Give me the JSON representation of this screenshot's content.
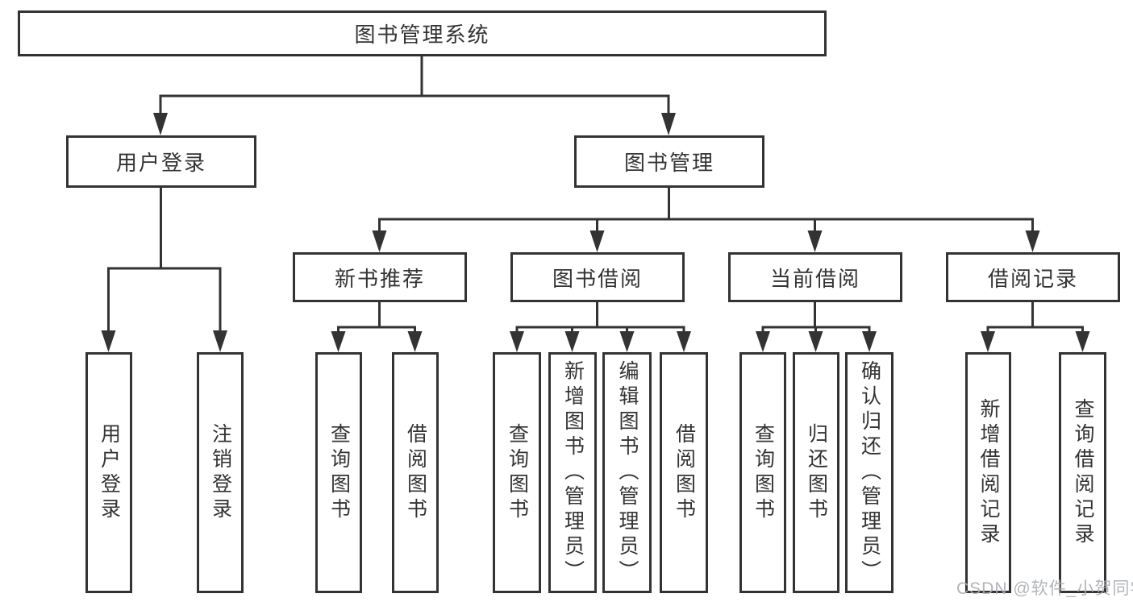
{
  "diagram": {
    "root": {
      "label": "图书管理系统"
    },
    "user_branch": {
      "label": "用户登录",
      "children": [
        {
          "label": "用户登录"
        },
        {
          "label": "注销登录"
        }
      ]
    },
    "book_branch": {
      "label": "图书管理",
      "groups": [
        {
          "label": "新书推荐",
          "children": [
            {
              "label": "查询图书"
            },
            {
              "label": "借阅图书"
            }
          ]
        },
        {
          "label": "图书借阅",
          "children": [
            {
              "label": "查询图书"
            },
            {
              "label": "新增图书（管理员）"
            },
            {
              "label": "编辑图书（管理员）"
            },
            {
              "label": "借阅图书"
            }
          ]
        },
        {
          "label": "当前借阅",
          "children": [
            {
              "label": "查询图书"
            },
            {
              "label": "归还图书"
            },
            {
              "label": "确认归还（管理员）"
            }
          ]
        },
        {
          "label": "借阅记录",
          "children": [
            {
              "label": "新增借阅记录"
            },
            {
              "label": "查询借阅记录"
            }
          ]
        }
      ]
    }
  },
  "watermark": {
    "text": "CSDN @软件_小贺同学"
  },
  "colors": {
    "line": "#333333",
    "text": "#333333",
    "box_fill": "#ffffff",
    "background": "#ffffff",
    "watermark": "#aaadb2"
  }
}
